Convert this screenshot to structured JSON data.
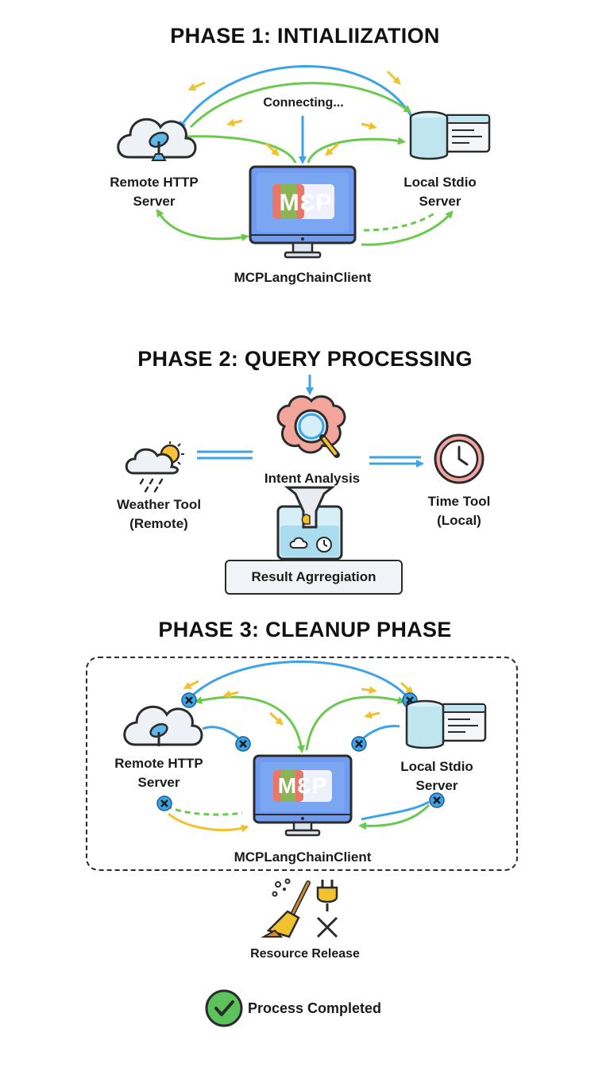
{
  "phase1": {
    "title": "PHASE 1: INTIALIIZATION",
    "status": "Connecting...",
    "remote_label_1": "Remote HTTP",
    "remote_label_2": "Server",
    "local_label_1": "Local Stdio",
    "local_label_2": "Server",
    "client_label": "MCPLangChainClient",
    "logo_text": "MƐP"
  },
  "phase2": {
    "title": "PHASE 2: QUERY PROCESSING",
    "intent_label": "Intent Analysis",
    "weather_label_1": "Weather Tool",
    "weather_label_2": "(Remote)",
    "time_label_1": "Time Tool",
    "time_label_2": "(Local)",
    "result_label": "Result Agrregiation"
  },
  "phase3": {
    "title": "PHASE 3: CLEANUP PHASE",
    "remote_label_1": "Remote HTTP",
    "remote_label_2": "Server",
    "local_label_1": "Local Stdio",
    "local_label_2": "Server",
    "client_label": "MCPLangChainClient",
    "logo_text": "MƐP",
    "release_label": "Resource Release",
    "completed_label": "Process Completed"
  },
  "colors": {
    "blue": "#3ba3e6",
    "green": "#6cc94f",
    "yellow": "#f2c12e",
    "screen": "#6f9cf0",
    "server": "#bfe6ee",
    "cloud": "#eef2f6",
    "x_badge": "#2c8fe0",
    "check": "#5cc25a"
  },
  "icons": [
    "cloud-satellite-icon",
    "server-stack-icon",
    "monitor-icon",
    "brain-magnifier-icon",
    "weather-cloud-icon",
    "clock-icon",
    "funnel-beaker-icon",
    "broom-icon",
    "unplug-icon",
    "check-circle-icon",
    "disconnect-x-icon"
  ]
}
